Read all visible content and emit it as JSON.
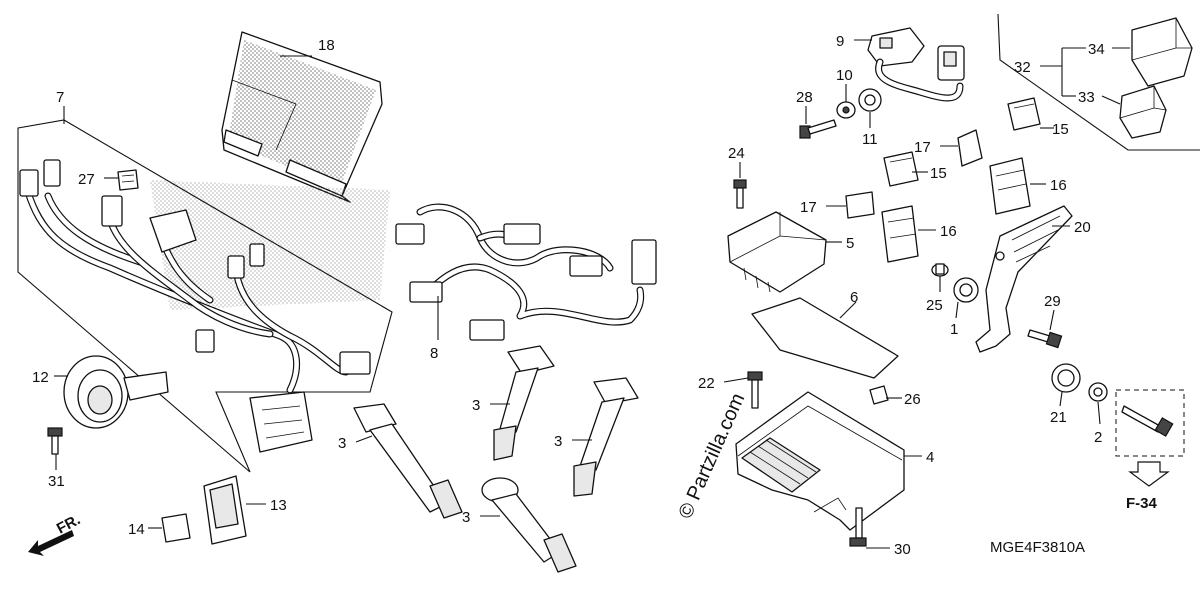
{
  "callouts": {
    "c1": "1",
    "c2": "2",
    "c3": "3",
    "c4": "4",
    "c5": "5",
    "c6": "6",
    "c7": "7",
    "c8": "8",
    "c9": "9",
    "c10": "10",
    "c11": "11",
    "c12": "12",
    "c13": "13",
    "c14": "14",
    "c15": "15",
    "c16": "16",
    "c17": "17",
    "c18": "18",
    "c20": "20",
    "c21": "21",
    "c22": "22",
    "c24": "24",
    "c25": "25",
    "c26": "26",
    "c27": "27",
    "c28": "28",
    "c29": "29",
    "c30": "30",
    "c31": "31",
    "c32": "32",
    "c33": "33",
    "c34": "34"
  },
  "labels": {
    "drawing_code": "MGE4F3810A",
    "front_arrow": "FR.",
    "ref_page": "F-34",
    "watermark": "© Partzilla.com"
  },
  "colors": {
    "ink": "#111111",
    "background": "#ffffff"
  }
}
